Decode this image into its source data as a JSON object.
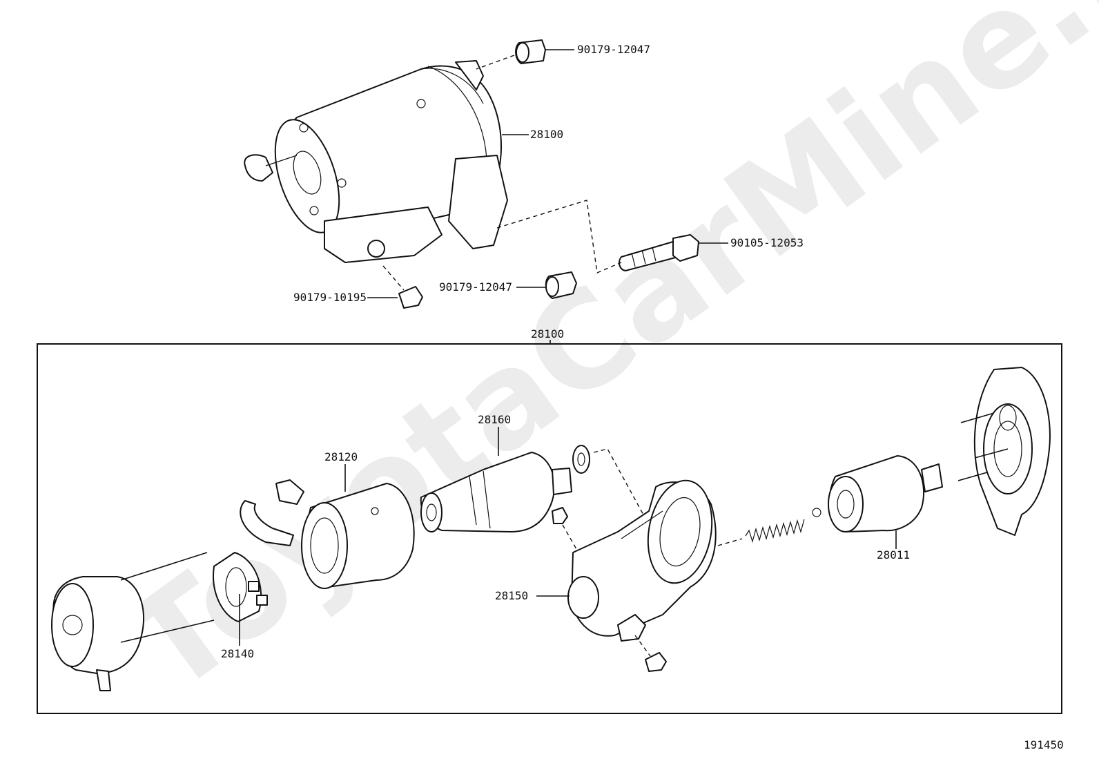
{
  "watermark": "ToyotaCarMine.ru",
  "diagram_id": "191450",
  "labels": {
    "nut_top": "90179-12047",
    "starter_assy_top": "28100",
    "bolt": "90105-12053",
    "nut_mid": "90179-12047",
    "nut_terminal": "90179-10195",
    "starter_assy_box": "28100",
    "yoke": "28160",
    "field_frame": "28120",
    "brush_holder": "28140",
    "magnetic_switch": "28150",
    "clutch": "28011"
  }
}
